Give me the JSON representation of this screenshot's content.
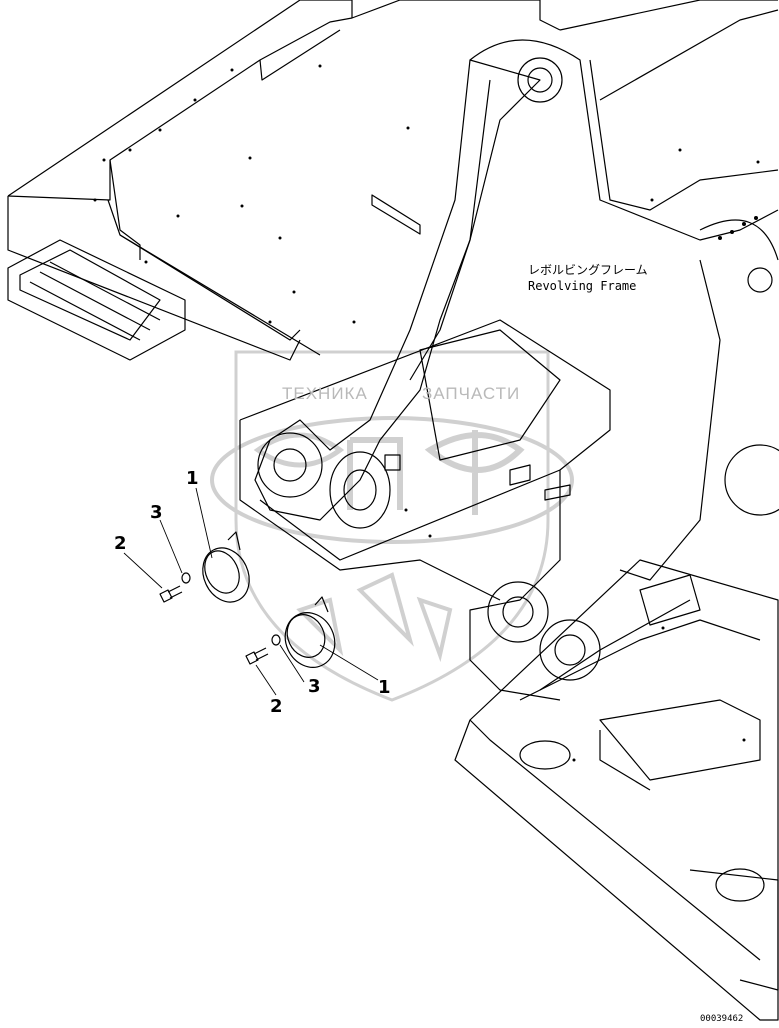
{
  "frame_label": {
    "jp": "レボルビングフレーム",
    "en": "Revolving Frame"
  },
  "callouts": [
    {
      "id": "callout-1-upper",
      "text": "1"
    },
    {
      "id": "callout-3-upper",
      "text": "3"
    },
    {
      "id": "callout-2-upper",
      "text": "2"
    },
    {
      "id": "callout-1-lower",
      "text": "1"
    },
    {
      "id": "callout-3-lower",
      "text": "3"
    },
    {
      "id": "callout-2-lower",
      "text": "2"
    }
  ],
  "watermark": {
    "left": "ТЕХНИКА",
    "right": "ЗАПЧАСТИ",
    "logo": "ЗПФ"
  },
  "doc_id": "00039462",
  "colors": {
    "line": "#000000",
    "watermark": "#b9b9b9"
  }
}
